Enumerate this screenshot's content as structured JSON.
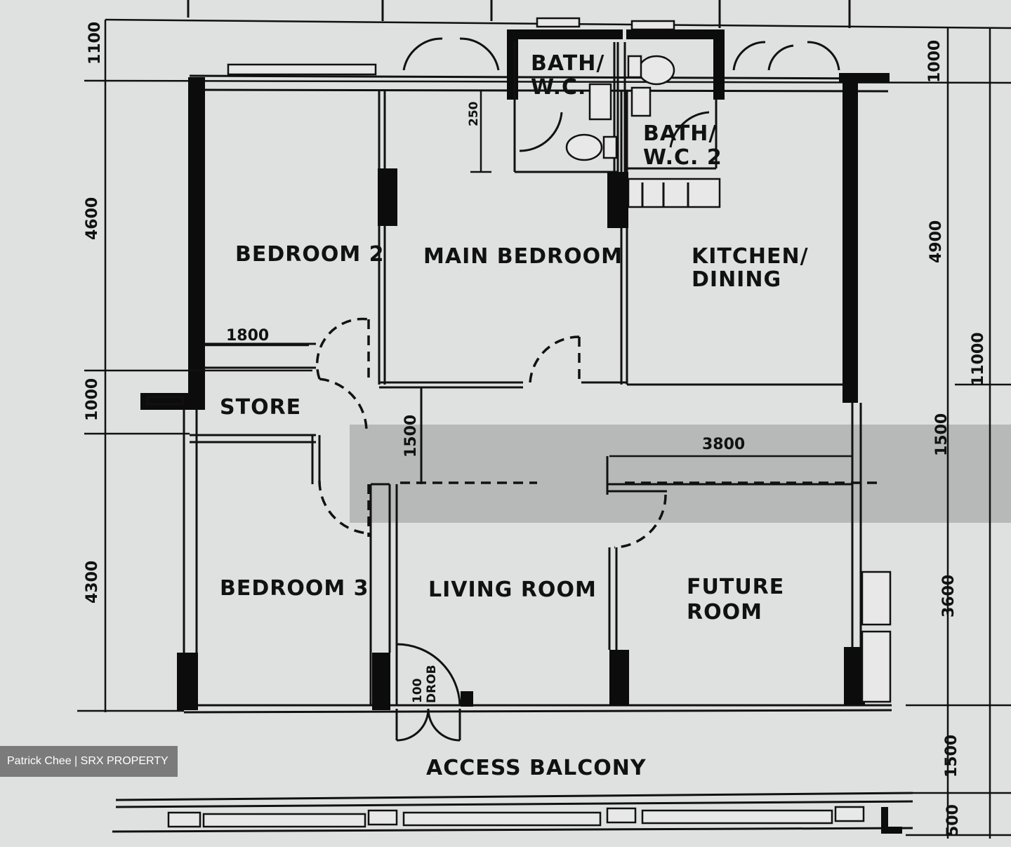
{
  "rooms": {
    "bath1_line1": "BATH/",
    "bath1_line2": "W.C.",
    "bath2_line1": "BATH/",
    "bath2_line2": "W.C. 2",
    "bedroom2": "BEDROOM 2",
    "main_bedroom": "MAIN BEDROOM",
    "kitchen_line1": "KITCHEN/",
    "kitchen_line2": "DINING",
    "store": "STORE",
    "bedroom3": "BEDROOM 3",
    "living_room": "LIVING ROOM",
    "future_line1": "FUTURE",
    "future_line2": "ROOM",
    "access_balcony": "ACCESS BALCONY"
  },
  "dimensions": {
    "left_1100": "1100",
    "left_4600": "4600",
    "left_1000": "1000",
    "left_4300": "4300",
    "right_1000": "1000",
    "right_4900": "4900",
    "right_11000": "11000",
    "right_1500_upper": "1500",
    "right_3600": "3600",
    "right_1500_lower": "1500",
    "right_500": "500",
    "store_width": "1800",
    "corridor_1500": "1500",
    "span_3800": "3800",
    "bath_250": "250"
  },
  "refuse_chute": {
    "line1": "100",
    "line2": "DROB"
  },
  "watermark": "Patrick Chee | SRX PROPERTY",
  "colors": {
    "paper": "#dfe0e0",
    "ink": "#111111",
    "highlight_band": "#a9abab"
  }
}
